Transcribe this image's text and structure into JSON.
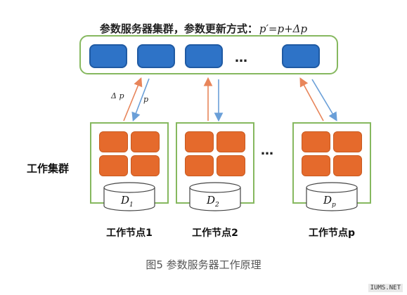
{
  "title": {
    "text": "参数服务器集群，参数更新方式：",
    "formula": "p′=p+Δp"
  },
  "server_cluster": {
    "ellipsis": "…"
  },
  "arrows": {
    "push_label": "Δ p",
    "pull_label": "p",
    "push_color": "#e8855a",
    "pull_color": "#6a9fd8"
  },
  "worker_cluster_label": "工作集群",
  "worker_ellipsis": "…",
  "nodes": [
    {
      "disk": "D",
      "disk_sub": "1",
      "label": "工作节点1"
    },
    {
      "disk": "D",
      "disk_sub": "2",
      "label": "工作节点2"
    },
    {
      "disk": "D",
      "disk_sub": "p",
      "label": "工作节点p"
    }
  ],
  "caption": "图5  参数服务器工作原理",
  "watermark": "IUMS.NET",
  "colors": {
    "server_blue": "#2e73c7",
    "worker_orange": "#e56a2c",
    "frame_green": "#86b85f"
  }
}
